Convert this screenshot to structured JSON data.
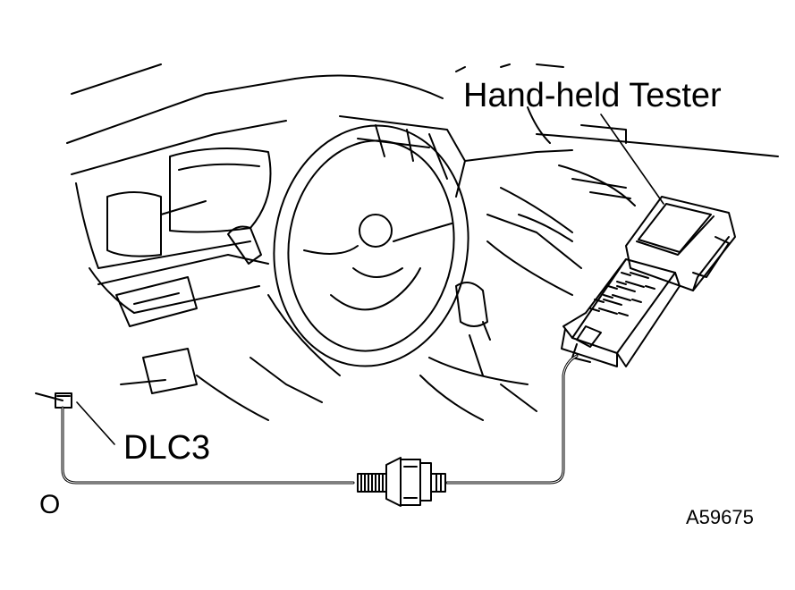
{
  "labels": {
    "tester": "Hand-held Tester",
    "connector": "DLC3",
    "corner_mark": "O",
    "figure_id": "A59675"
  },
  "colors": {
    "line": "#000000",
    "background": "#ffffff"
  }
}
